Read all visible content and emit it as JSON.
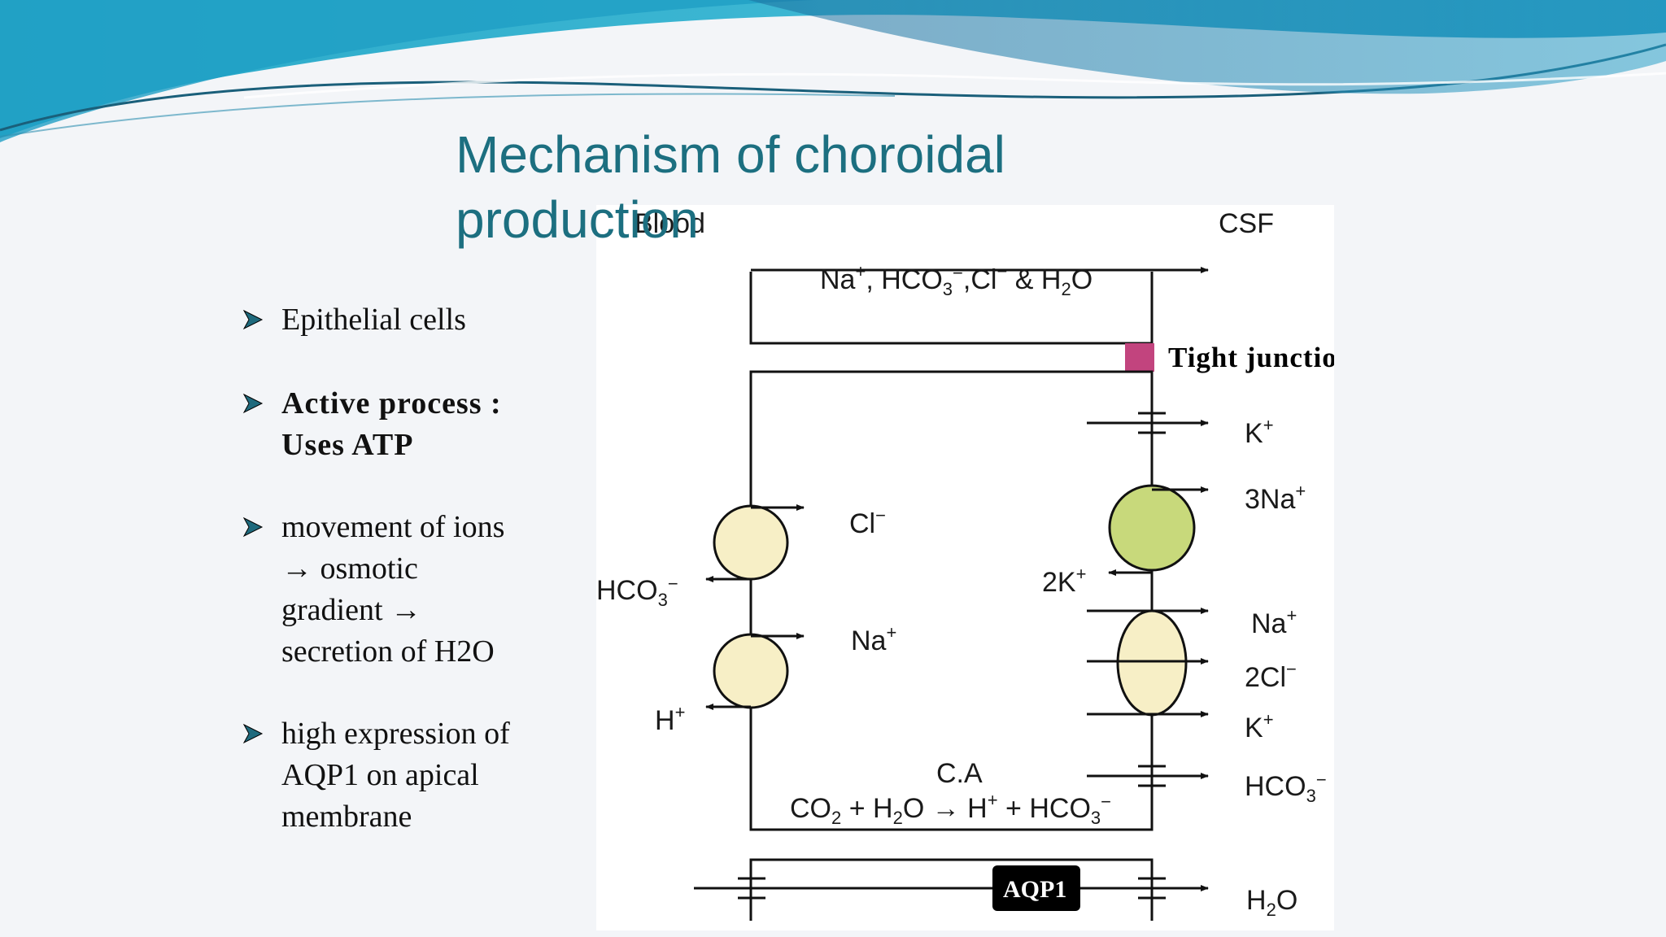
{
  "slide": {
    "title_line1": "Mechanism of choroidal",
    "title_line2": "production"
  },
  "bullets": {
    "b1": "Epithelial cells",
    "b2_line1": "Active process :",
    "b2_line2": "Uses ATP",
    "b3_line1": "movement of ions",
    "b3_line2": "osmotic",
    "b3_line3": "gradient",
    "b3_line4": "secretion of H2O",
    "b4_line1": "high expression of",
    "b4_line2": "AQP1 on apical",
    "b4_line3": "membrane",
    "arrow_glyph": "→"
  },
  "diagram": {
    "blood_label": "Blood",
    "csf_label": "CSF",
    "paracellular": {
      "na": "Na",
      "hco3": "HCO",
      "cl": "Cl",
      "h2o_prefix": "& H",
      "h2o_o": "O"
    },
    "tight_junction": "Tight junction",
    "right": {
      "k1": "K",
      "na3": "3Na",
      "k2": "2K",
      "na": "Na",
      "cl2": "2Cl",
      "k3": "K",
      "hco3": "HCO",
      "h2o_h": "H",
      "h2o_o": "O"
    },
    "left": {
      "cl": "Cl",
      "hco3": "HCO",
      "na": "Na",
      "h": "H"
    },
    "enzyme": "C.A",
    "reaction": {
      "co2": "CO",
      "plus_h2o": "+ H",
      "arrow_h": "O → H",
      "plus_hco3": "+ HCO"
    },
    "aqp1": "AQP1",
    "charges": {
      "plus": "+",
      "minus": "−",
      "three": "3",
      "two": "2"
    },
    "colors": {
      "tight_junction": "#c2447e",
      "exchanger": "#f7efc6",
      "pump": "#c8d97b",
      "aqp1_box": "#000000"
    }
  }
}
